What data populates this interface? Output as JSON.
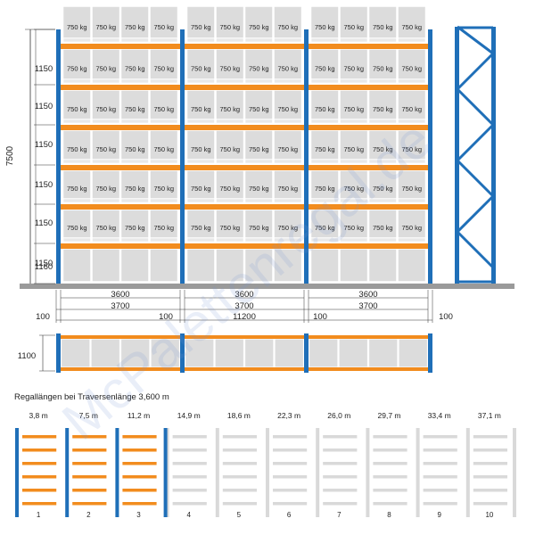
{
  "dimensions": {
    "total_height": "7500",
    "level_heights": [
      "1150",
      "1150",
      "1150",
      "1150",
      "1150",
      "1150",
      "1160"
    ],
    "bay_clear_width": "3600",
    "bay_beam_length": "3700",
    "end_gap": "100",
    "inner_gap": "100",
    "total_length": "11200",
    "depth": "1100"
  },
  "load_label": "750 kg",
  "watermark": "McPalettenregal.de",
  "lengths_title": "Regallängen bei Traversenlänge 3,600 m",
  "configurations": [
    {
      "length": "3,8 m",
      "number": "1",
      "active": true
    },
    {
      "length": "7,5 m",
      "number": "2",
      "active": true
    },
    {
      "length": "11,2 m",
      "number": "3",
      "active": true
    },
    {
      "length": "14,9 m",
      "number": "4",
      "active": false
    },
    {
      "length": "18,6 m",
      "number": "5",
      "active": false
    },
    {
      "length": "22,3 m",
      "number": "6",
      "active": false
    },
    {
      "length": "26,0 m",
      "number": "7",
      "active": false
    },
    {
      "length": "29,7 m",
      "number": "8",
      "active": false
    },
    {
      "length": "33,4 m",
      "number": "9",
      "active": false
    },
    {
      "length": "37,1 m",
      "number": "10",
      "active": false
    }
  ],
  "colors": {
    "upright": "#1f6fb8",
    "beam": "#f28c1e",
    "box": "#dcdcdc",
    "box_edge": "#ffffff",
    "floor": "#9a9a9a",
    "inactive": "#d9d9d9",
    "dim_line": "#333333"
  }
}
